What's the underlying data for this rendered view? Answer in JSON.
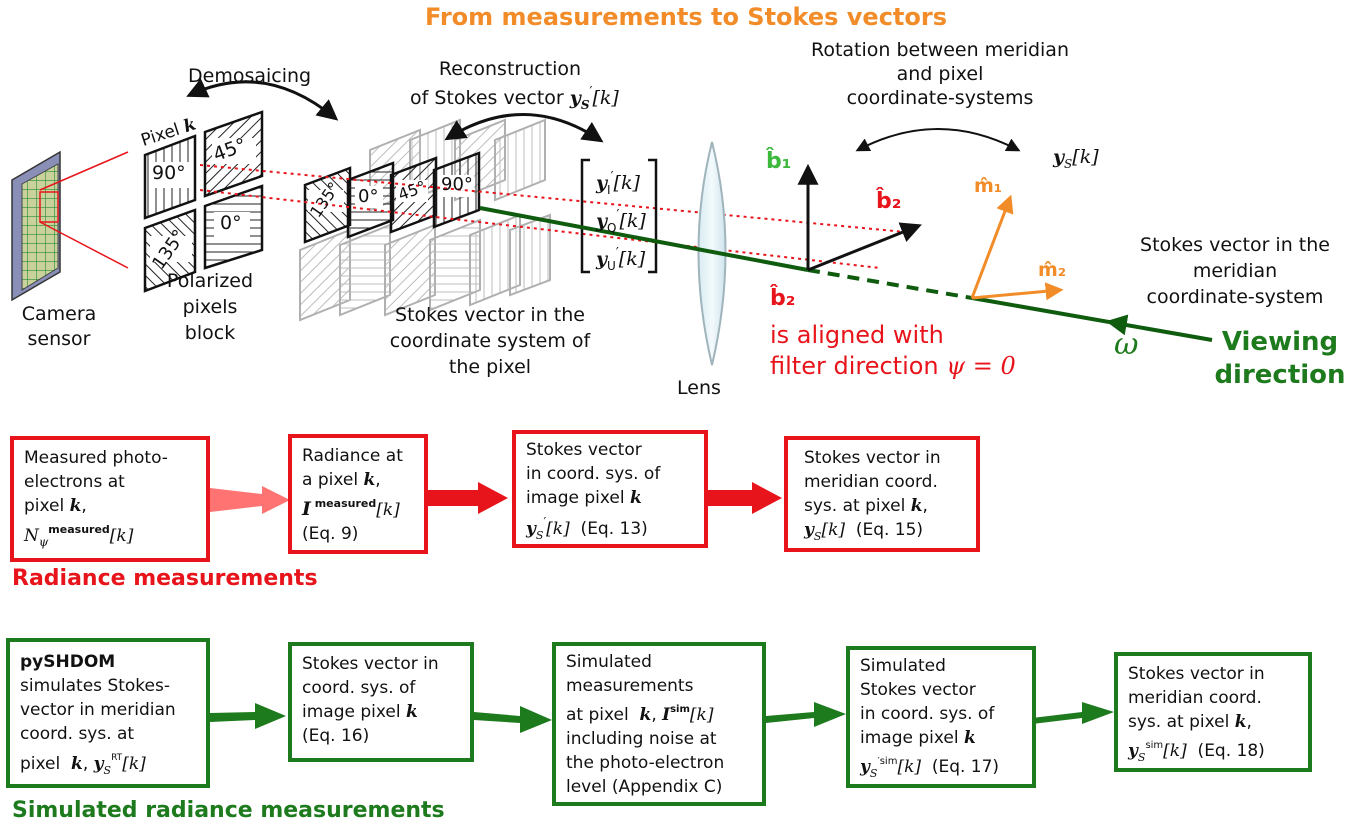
{
  "title": "From measurements to Stokes vectors",
  "top": {
    "demosaicing": "Demosaicing",
    "reconstruction_line1": "Reconstruction",
    "reconstruction_line2": "of Stokes vector",
    "rotation_line1": "Rotation between meridian",
    "rotation_line2": "and pixel",
    "rotation_line3": "coordinate-systems",
    "pixel_k": "Pixel",
    "camera_line1": "Camera",
    "camera_line2": "sensor",
    "polarized_line1": "Polarized",
    "polarized_line2": "pixels",
    "polarized_line3": "block",
    "stokes_pixel_line1": "Stokes vector in the",
    "stokes_pixel_line2": "coordinate system of",
    "stokes_pixel_line3": "the pixel",
    "lens": "Lens",
    "b2_aligned_line1": "is aligned with",
    "b2_aligned_line2": "filter direction",
    "psi_eq": "ψ = 0",
    "stokes_meridian_line1": "Stokes vector in the",
    "stokes_meridian_line2": "meridian",
    "stokes_meridian_line3": "coordinate-system",
    "viewing_line1": "Viewing",
    "viewing_line2": "direction",
    "omega": "ω",
    "b1": "b̂₁",
    "b2": "b̂₂",
    "m1": "m̂₁",
    "m2": "m̂₂",
    "ys_k": "y_S[k]",
    "angles": [
      "90°",
      "45°",
      "135°",
      "0°"
    ],
    "stack_angles": [
      "135°",
      "0°",
      "45°",
      "90°"
    ],
    "vector_entries": [
      "y′_I[k]",
      "y′_Q[k]",
      "y′_U[k]"
    ]
  },
  "radiance": {
    "label": "Radiance measurements",
    "boxes": [
      {
        "lines": [
          "Measured photo-",
          "electrons at",
          "pixel k,",
          "N_ψ^measured[k]"
        ]
      },
      {
        "lines": [
          "Radiance at",
          "a pixel k,",
          "I^measured[k]",
          "(Eq. 9)"
        ]
      },
      {
        "lines": [
          "Stokes vector",
          "in coord. sys. of",
          "image pixel k",
          "y′_S[k]  (Eq. 13)"
        ]
      },
      {
        "lines": [
          "Stokes vector in",
          "meridian coord.",
          "sys. at pixel k,",
          "y_S[k]  (Eq. 15)"
        ]
      }
    ]
  },
  "simulated": {
    "label": "Simulated radiance measurements",
    "boxes": [
      {
        "lines": [
          "pySHDOM",
          "simulates Stokes-",
          "vector in meridian",
          "coord. sys. at",
          "pixel  k, y_S^RT[k]"
        ]
      },
      {
        "lines": [
          "Stokes vector in",
          "coord. sys. of",
          "image pixel k",
          "(Eq. 16)"
        ]
      },
      {
        "lines": [
          "Simulated",
          "measurements",
          "at pixel  k, I^sim[k]",
          "including noise at",
          "the photo-electron",
          "level (Appendix C)"
        ]
      },
      {
        "lines": [
          "Simulated",
          "Stokes vector",
          "in coord. sys. of",
          "image pixel k",
          "y′_S^sim[k]  (Eq. 17)"
        ]
      },
      {
        "lines": [
          "Stokes vector in",
          "meridian coord.",
          "sys. at pixel k,",
          "y_S^sim[k]  (Eq. 18)"
        ]
      }
    ]
  },
  "colors": {
    "title": "#f28c28",
    "red": "#e8141b",
    "green": "#1d7a1d",
    "dark_green": "#0f5c0f",
    "orange": "#f28c28",
    "light_green_b1": "#3cb83c"
  }
}
